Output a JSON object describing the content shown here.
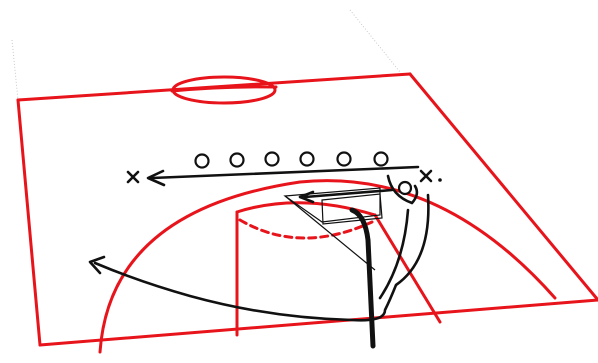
{
  "diagram": {
    "colors": {
      "court_lines": "#e8141b",
      "play_lines": "#111111",
      "background": "#ffffff"
    },
    "players_in_line": 6,
    "markers": [
      "x",
      "x",
      "o"
    ]
  }
}
